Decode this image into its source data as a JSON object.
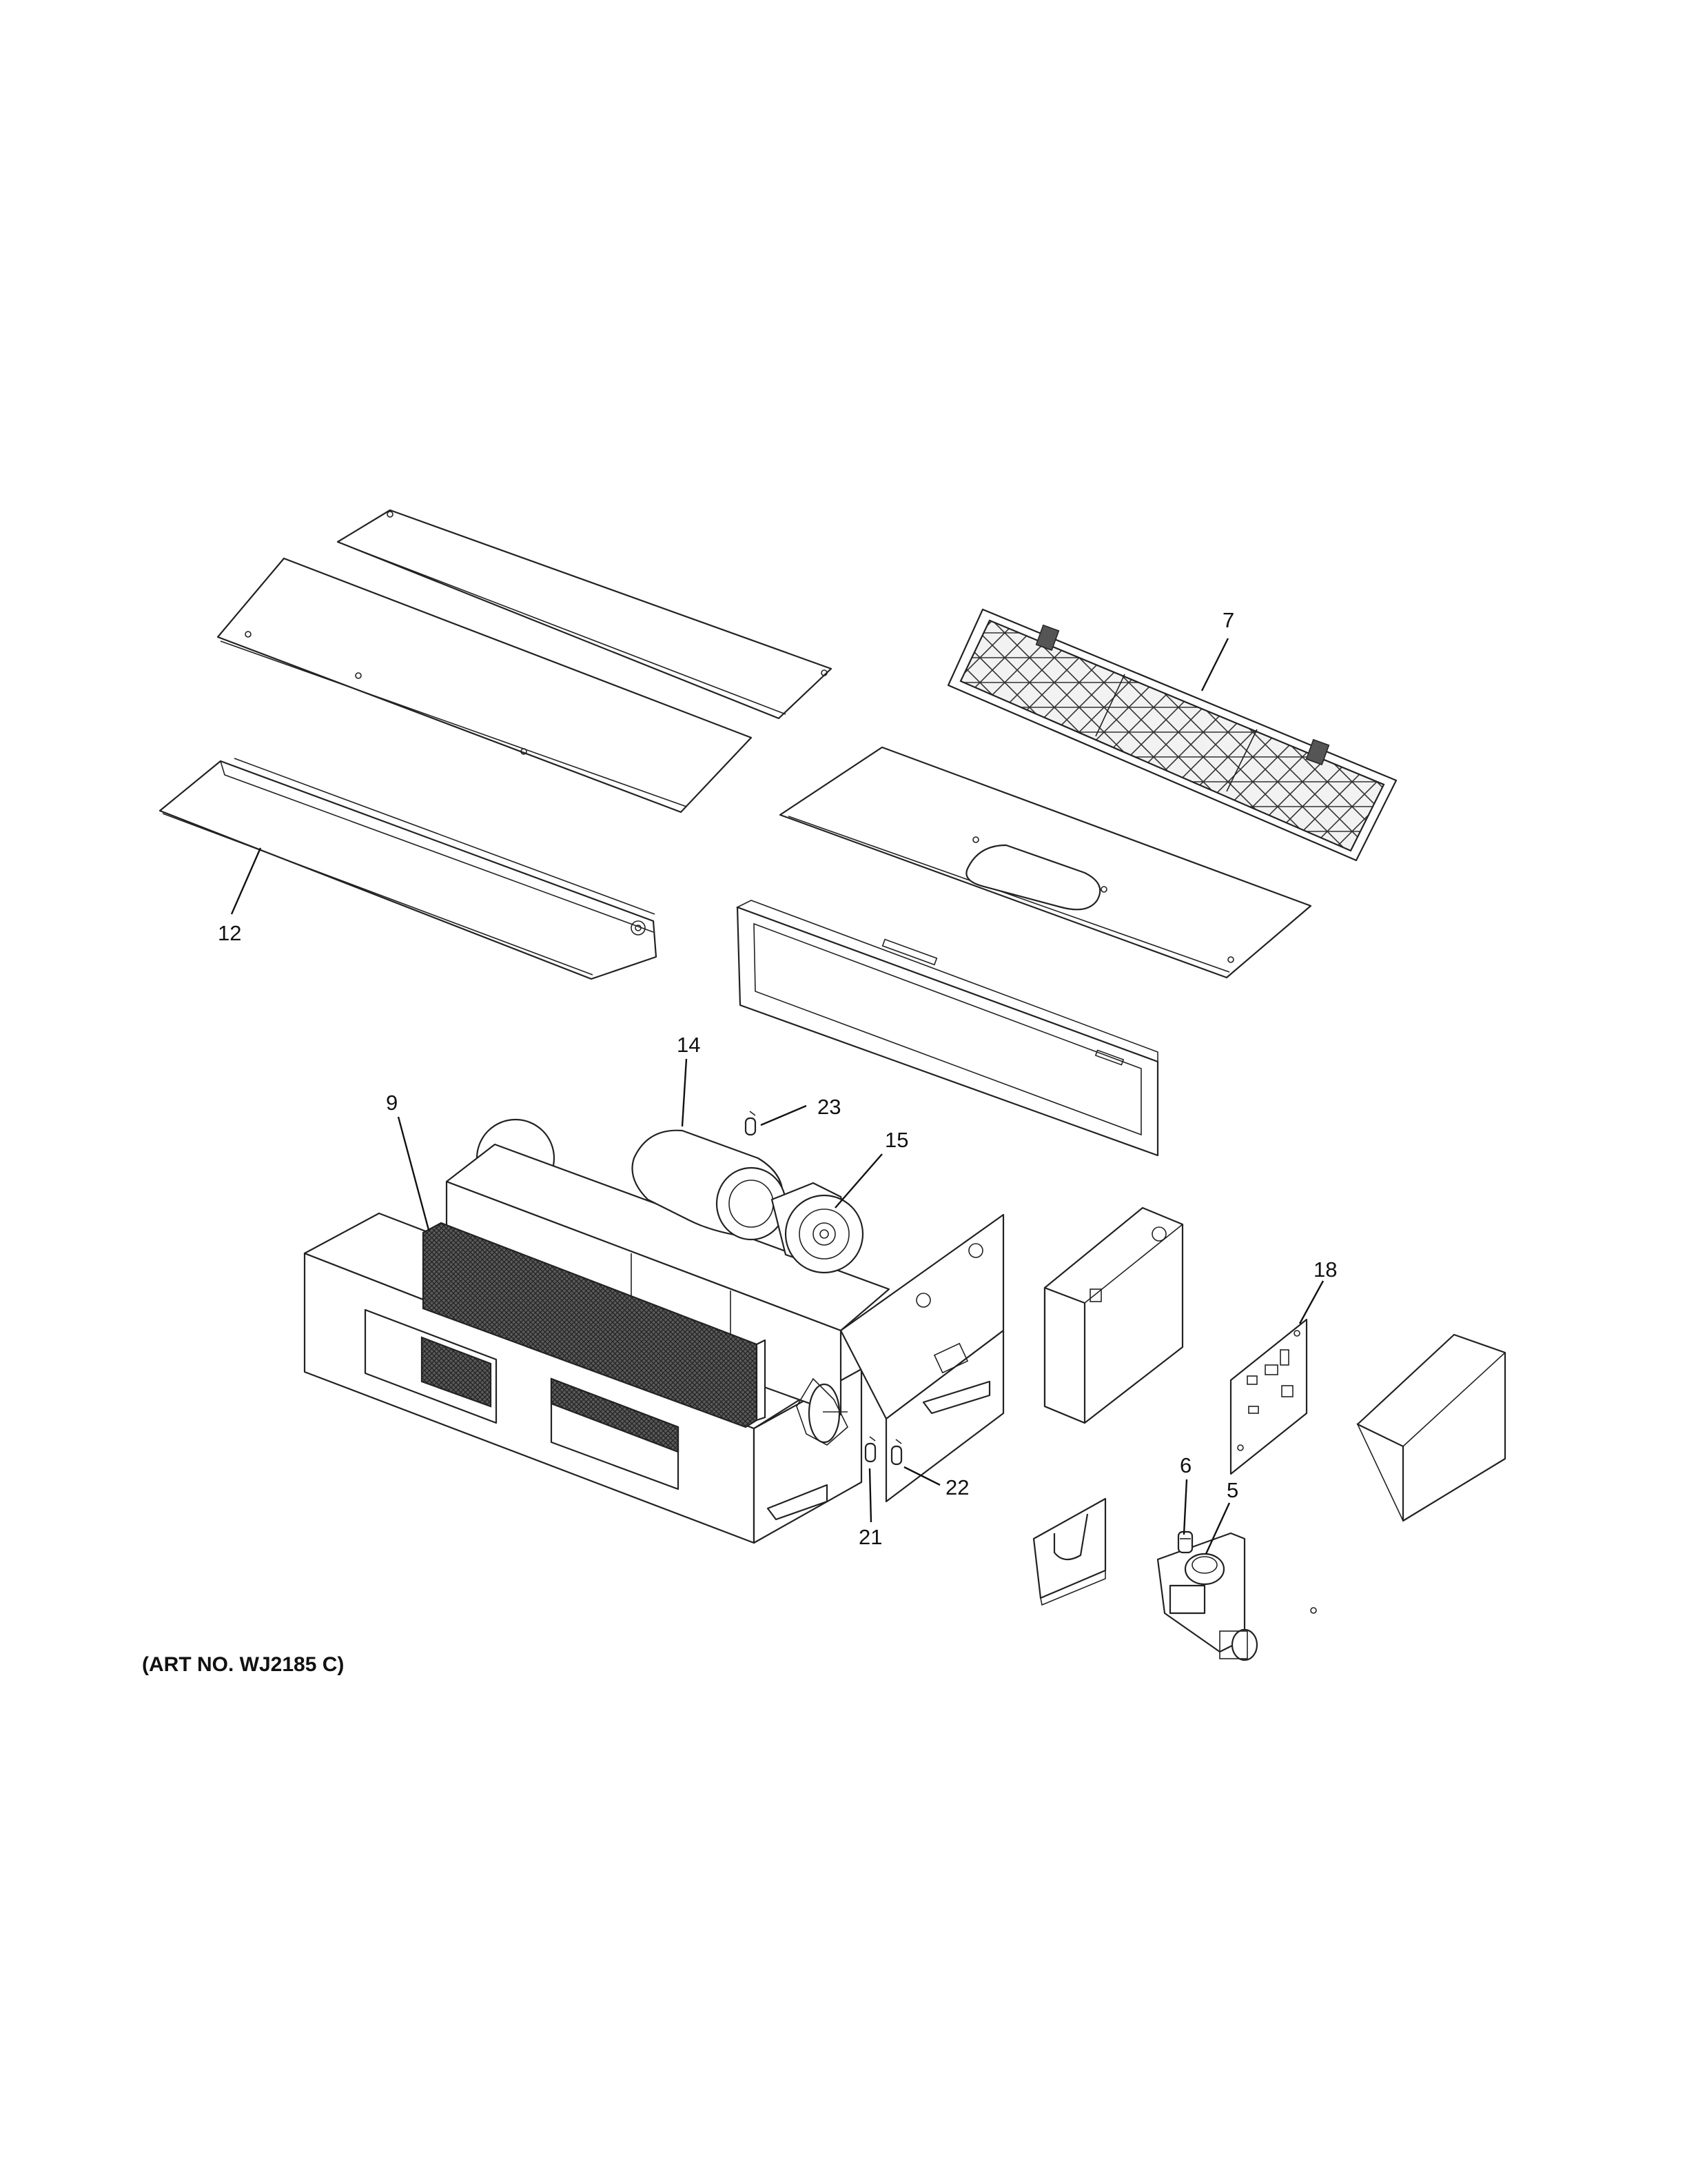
{
  "diagram": {
    "art_number": "(ART NO. WJ2185 C)",
    "callouts": [
      {
        "id": "c7",
        "label": "7"
      },
      {
        "id": "c12",
        "label": "12"
      },
      {
        "id": "c14",
        "label": "14"
      },
      {
        "id": "c23",
        "label": "23"
      },
      {
        "id": "c15",
        "label": "15"
      },
      {
        "id": "c9",
        "label": "9"
      },
      {
        "id": "c18",
        "label": "18"
      },
      {
        "id": "c6",
        "label": "6"
      },
      {
        "id": "c5",
        "label": "5"
      },
      {
        "id": "c22",
        "label": "22"
      },
      {
        "id": "c21",
        "label": "21"
      }
    ]
  }
}
